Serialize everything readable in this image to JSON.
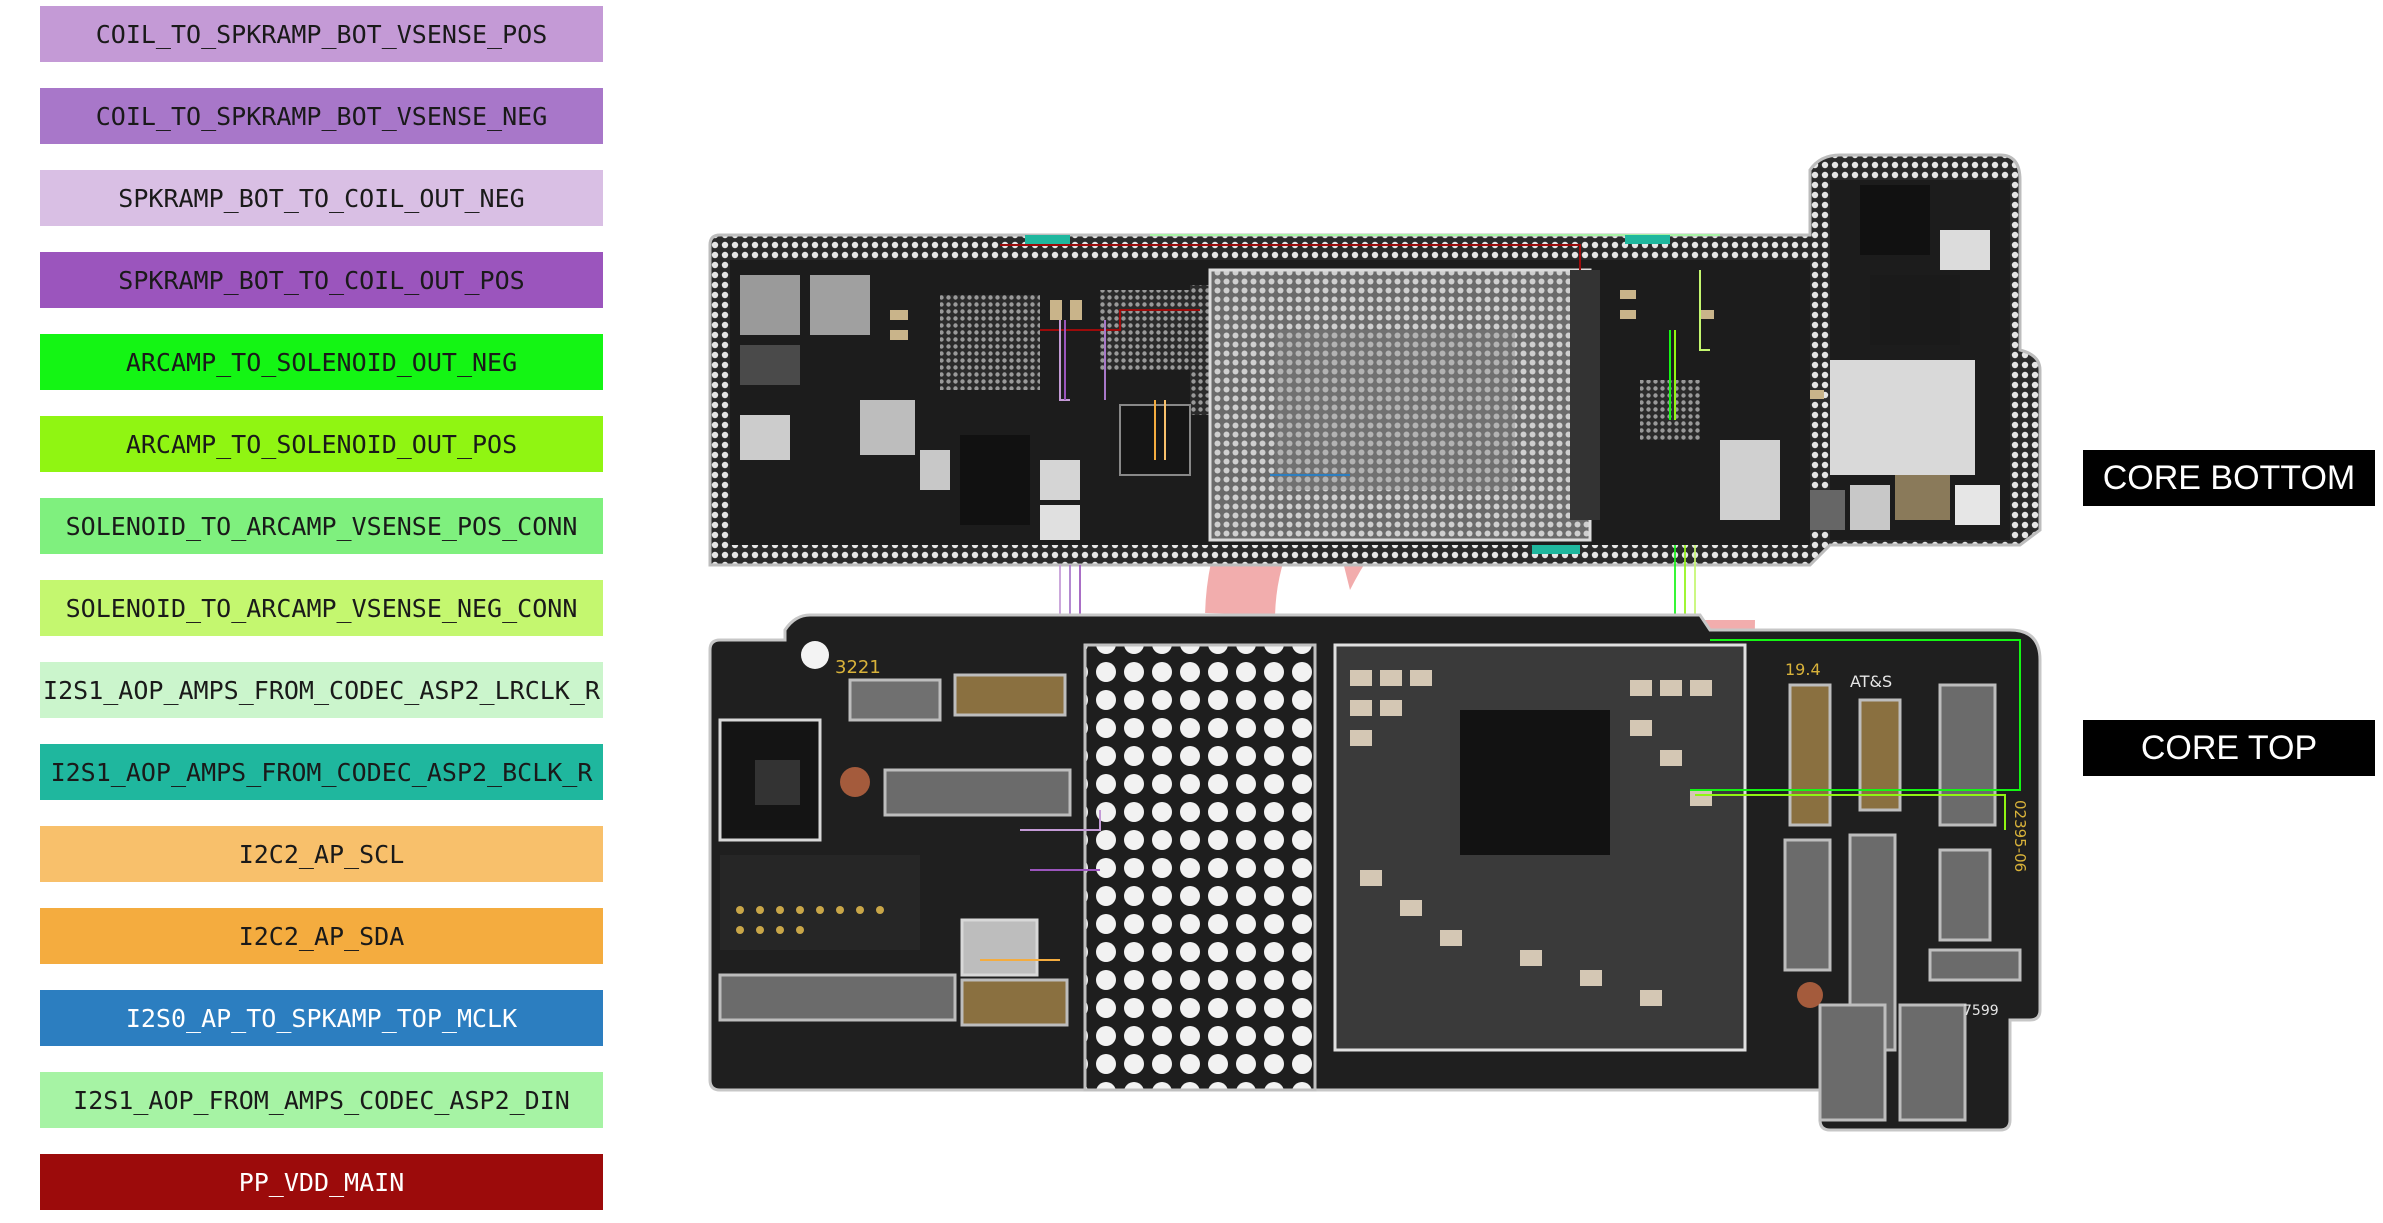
{
  "signals": [
    {
      "label": "COIL_TO_SPKRAMP_BOT_VSENSE_POS",
      "color": "#c49ad6"
    },
    {
      "label": "COIL_TO_SPKRAMP_BOT_VSENSE_NEG",
      "color": "#a877c9"
    },
    {
      "label": "SPKRAMP_BOT_TO_COIL_OUT_NEG",
      "color": "#d9bfe4"
    },
    {
      "label": "SPKRAMP_BOT_TO_COIL_OUT_POS",
      "color": "#9b55bd"
    },
    {
      "label": "ARCAMP_TO_SOLENOID_OUT_NEG",
      "color": "#14f514"
    },
    {
      "label": "ARCAMP_TO_SOLENOID_OUT_POS",
      "color": "#90f512"
    },
    {
      "label": "SOLENOID_TO_ARCAMP_VSENSE_POS_CONN",
      "color": "#7ff07e"
    },
    {
      "label": "SOLENOID_TO_ARCAMP_VSENSE_NEG_CONN",
      "color": "#c4f76f"
    },
    {
      "label": "I2S1_AOP_AMPS_FROM_CODEC_ASP2_LRCLK_R",
      "color": "#cbf5cc"
    },
    {
      "label": "I2S1_AOP_AMPS_FROM_CODEC_ASP2_BCLK_R",
      "color": "#1fb79e"
    },
    {
      "label": "I2C2_AP_SCL",
      "color": "#f8c06b"
    },
    {
      "label": "I2C2_AP_SDA",
      "color": "#f4ac3f"
    },
    {
      "label": "I2S0_AP_TO_SPKAMP_TOP_MCLK",
      "color": "#2c7ec0",
      "light": true
    },
    {
      "label": "I2S1_AOP_FROM_AMPS_CODEC_ASP2_DIN",
      "color": "#a6f3a4"
    },
    {
      "label": "PP_VDD_MAIN",
      "color": "#9c0b0b",
      "light": true
    }
  ],
  "views": {
    "bottom_label": "CORE BOTTOM",
    "top_label": "CORE TOP"
  },
  "board": {
    "silkscreen_1": "3221",
    "silkscreen_2": "19.4",
    "silkscreen_3": "AT&S",
    "silkscreen_4": "02395-06",
    "silkscreen_5": "7599"
  }
}
